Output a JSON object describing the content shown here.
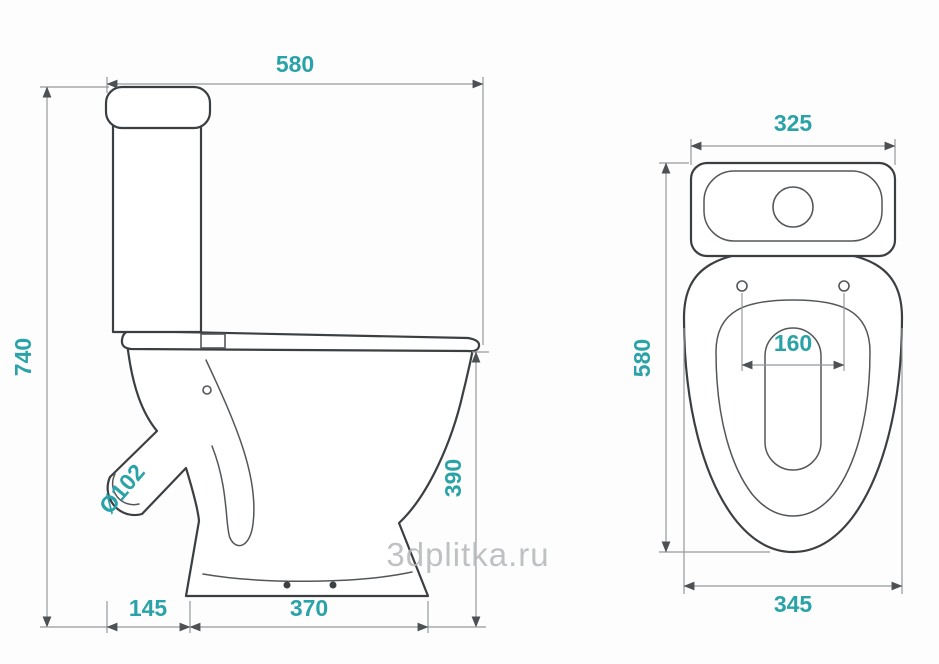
{
  "watermark": {
    "text": "3dplitka.ru"
  },
  "colors": {
    "dimension_text": "#2aa3a8",
    "outline": "#3c3f42",
    "dimension_line": "#95999c",
    "watermark": "#b4b7b9",
    "background": "#fdfdfd"
  },
  "side_view": {
    "label": "toilet side elevation",
    "dims": {
      "overall_width": "580",
      "overall_height": "740",
      "rim_height": "390",
      "outlet_diameter": "Ø102",
      "back_offset": "145",
      "base_length": "370"
    }
  },
  "top_view": {
    "label": "toilet plan view",
    "dims": {
      "cistern_width": "325",
      "overall_depth": "580",
      "seat_hinge_spacing": "160",
      "bowl_width": "345"
    }
  }
}
